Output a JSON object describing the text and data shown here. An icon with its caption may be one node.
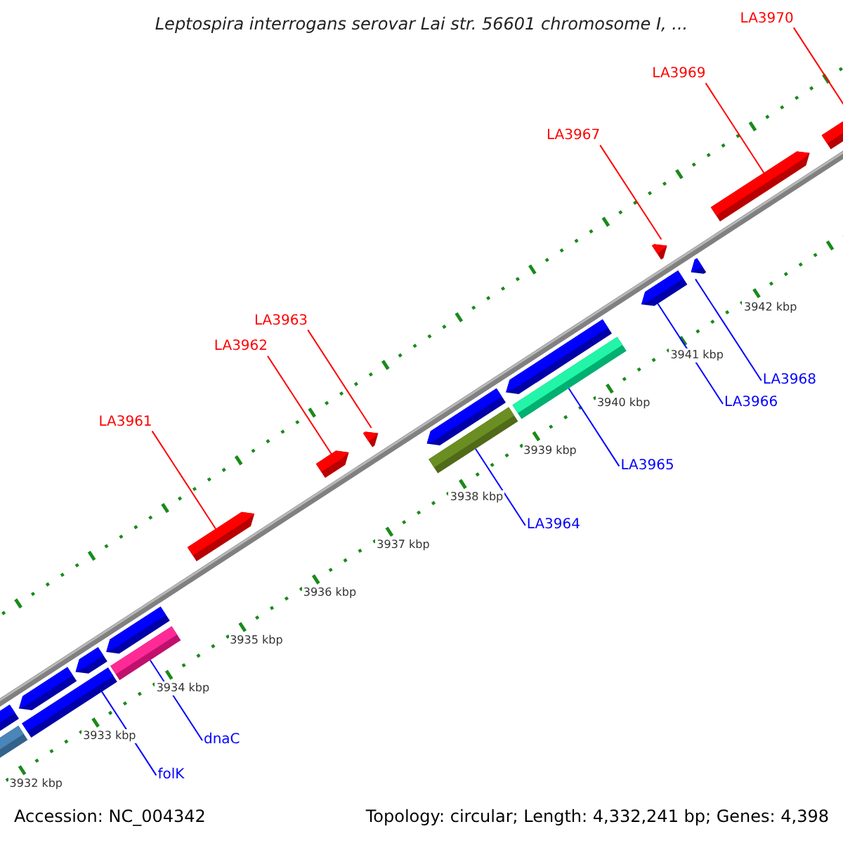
{
  "diagram": {
    "title": "Leptospira interrogans serovar Lai str. 56601 chromosome I, ...",
    "nodes": [
      {
        "text": [
          "LA3970"
        ]
      },
      {
        "text": [
          "LA3969"
        ]
      },
      {
        "text": [
          "LA3967"
        ]
      },
      {
        "text": [
          "LA3963"
        ]
      },
      {
        "text": [
          "LA3962"
        ]
      },
      {
        "text": [
          "LA3961"
        ]
      },
      {
        "text": [
          "LA3968"
        ]
      },
      {
        "text": [
          "LA3966"
        ]
      },
      {
        "text": [
          "LA3965"
        ]
      },
      {
        "text": [
          "LA3964"
        ]
      },
      {
        "text": [
          "dnaC"
        ]
      },
      {
        "text": [
          "folK"
        ]
      },
      {
        "text": [],
        "shape": "bar"
      },
      {
        "text": [],
        "shape": "arrow"
      },
      {
        "text": [],
        "shape": "bar"
      },
      {
        "text": [],
        "shape": "arrow"
      },
      {
        "text": [],
        "shape": "arrow"
      },
      {
        "text": [],
        "shape": "bar"
      },
      {
        "text": [],
        "shape": "arrow"
      },
      {
        "text": [],
        "shape": "arrow"
      },
      {
        "text": [],
        "shape": "arrow"
      },
      {
        "text": [],
        "shape": "arrow"
      },
      {
        "text": [],
        "shape": "bar"
      },
      {
        "text": [],
        "shape": "arrow"
      },
      {
        "text": [],
        "shape": "arrow"
      },
      {
        "text": [],
        "shape": "bar"
      },
      {
        "text": [],
        "shape": "arrow"
      },
      {
        "text": [],
        "shape": "arrow"
      },
      {
        "text": [],
        "shape": "arrow"
      },
      {
        "text": [],
        "shape": "arrow"
      },
      {
        "text": [],
        "shape": "arrow"
      }
    ],
    "edges": [
      {
        "from": 0,
        "to": 30,
        "arrow": "none",
        "color": "#ff0000"
      },
      {
        "from": 1,
        "to": 29,
        "arrow": "none",
        "color": "#ff0000"
      },
      {
        "from": 2,
        "to": 27,
        "arrow": "none",
        "color": "#ff0000"
      },
      {
        "from": 3,
        "to": 21,
        "arrow": "none",
        "color": "#ff0000"
      },
      {
        "from": 4,
        "to": 20,
        "arrow": "none",
        "color": "#ff0000"
      },
      {
        "from": 5,
        "to": 19,
        "arrow": "none",
        "color": "#ff0000"
      },
      {
        "from": 6,
        "to": 28,
        "arrow": "none",
        "color": "#0000ff"
      },
      {
        "from": 7,
        "to": 26,
        "arrow": "none",
        "color": "#0000ff"
      },
      {
        "from": 8,
        "to": 25,
        "arrow": "none",
        "color": "#0000ff"
      },
      {
        "from": 9,
        "to": 22,
        "arrow": "none",
        "color": "#0000ff"
      },
      {
        "from": 10,
        "to": 17,
        "arrow": "none",
        "color": "#0000ff"
      },
      {
        "from": 11,
        "to": 14,
        "arrow": "none",
        "color": "#0000ff"
      }
    ],
    "labels": [
      "3942 kbp",
      "3941 kbp",
      "3940 kbp",
      "3939 kbp",
      "3938 kbp",
      "3937 kbp",
      "3936 kbp",
      "3935 kbp",
      "3934 kbp",
      "3933 kbp",
      "3932 kbp",
      "Accession: NC_004342",
      "Topology: circular; Length: 4,332,241 bp; Genes: 4,398"
    ]
  }
}
